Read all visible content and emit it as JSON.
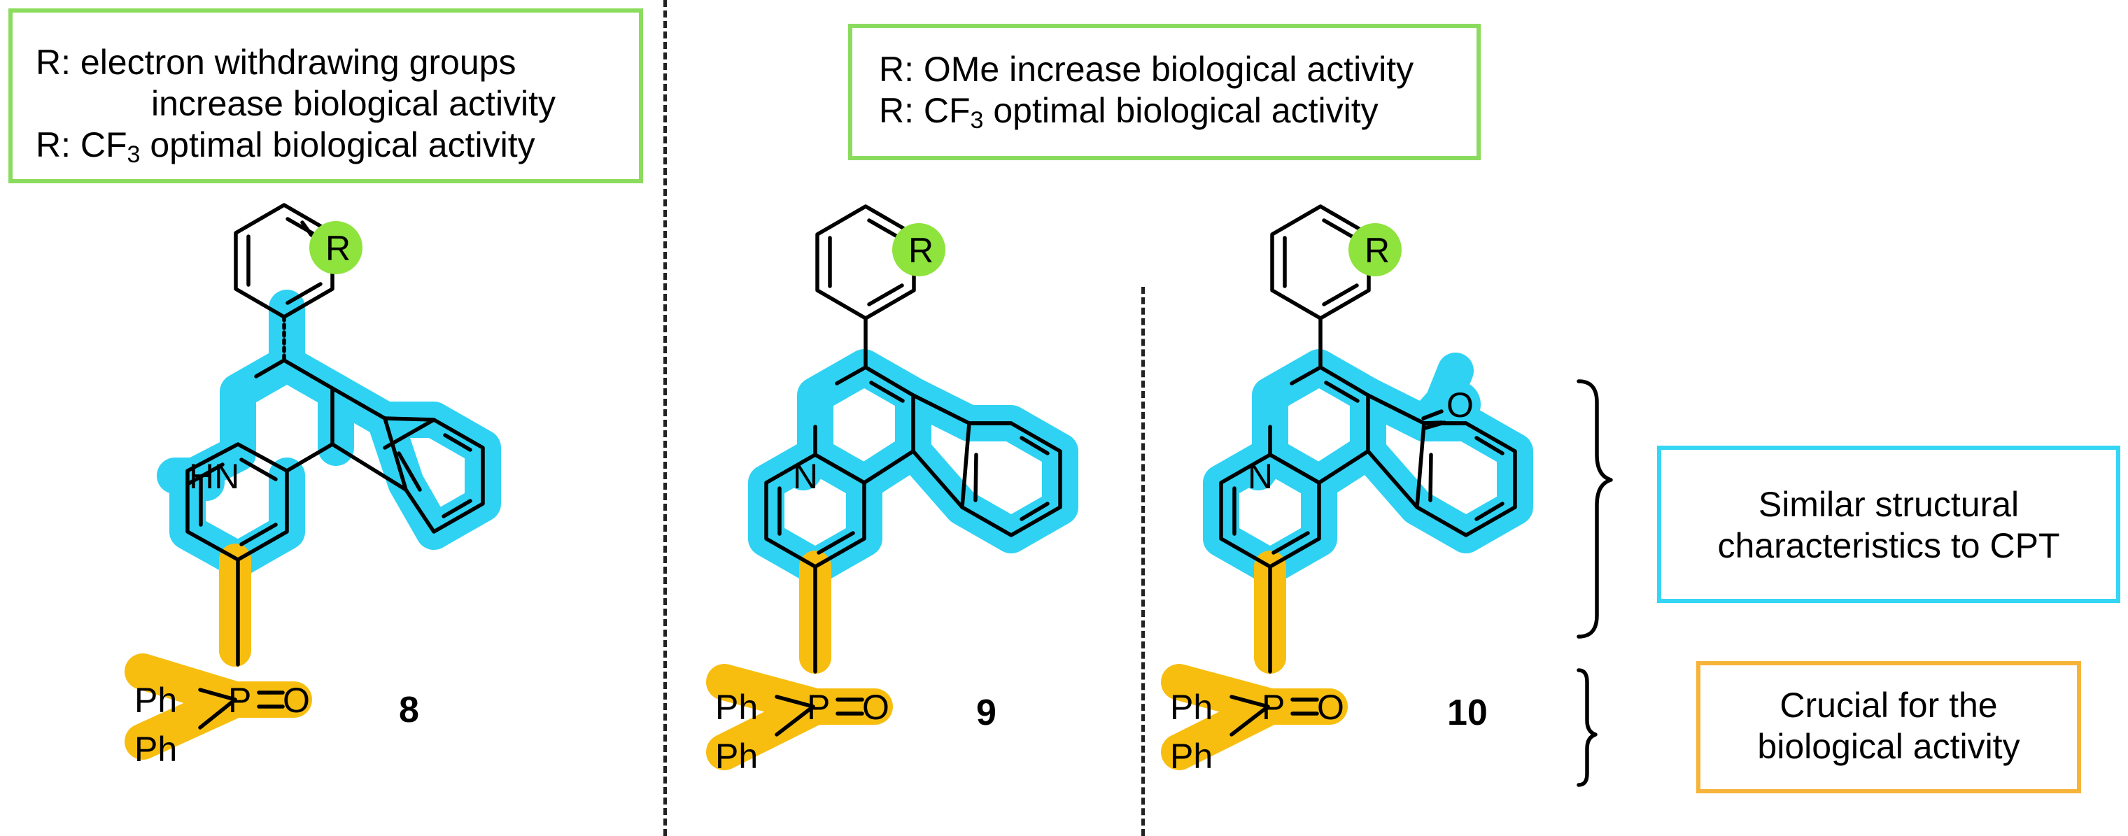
{
  "note_left": {
    "line1": "R: electron withdrawing groups",
    "line2": "increase biological activity",
    "line3_prefix": "R: CF",
    "line3_sub": "3",
    "line3_suffix": " optimal biological activity"
  },
  "note_middle": {
    "line1": "R: OMe increase biological activity",
    "line2_prefix": "R: CF",
    "line2_sub": "3",
    "line2_suffix": " optimal biological activity"
  },
  "note_cpt": {
    "line1": "Similar structural",
    "line2": "characteristics to CPT"
  },
  "note_crucial": {
    "line1": "Crucial for the",
    "line2": "biological activity"
  },
  "molecules": [
    {
      "label": "8",
      "substituent": "R",
      "amine": "HN",
      "phosphine_oxide": {
        "ph1": "Ph",
        "ph2": "Ph",
        "p": "P",
        "eq": "=",
        "o": "O"
      }
    },
    {
      "label": "9",
      "substituent": "R",
      "ring_n": "N",
      "phosphine_oxide": {
        "ph1": "Ph",
        "ph2": "Ph",
        "p": "P",
        "eq": "=",
        "o": "O"
      }
    },
    {
      "label": "10",
      "substituent": "R",
      "ring_n": "N",
      "ketone_o": "O",
      "phosphine_oxide": {
        "ph1": "Ph",
        "ph2": "Ph",
        "p": "P",
        "eq": "=",
        "o": "O"
      }
    }
  ],
  "colors": {
    "green_border": "#8bdc5e",
    "cyan_highlight": "#2fd2f2",
    "orange_highlight": "#f7be10",
    "r_group_fill": "#8ee33c"
  }
}
